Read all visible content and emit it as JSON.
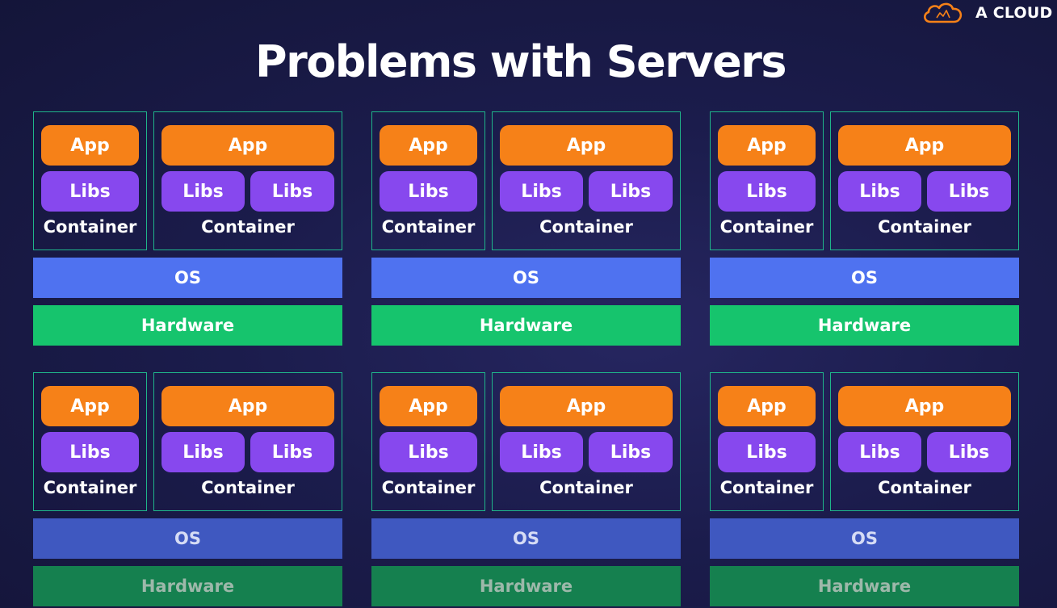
{
  "logo": {
    "text": "A CLOUD"
  },
  "title": "Problems with Servers",
  "labels": {
    "app": "App",
    "libs": "Libs",
    "container": "Container",
    "os": "OS",
    "hardware": "Hardware"
  },
  "colors": {
    "app": "#f68118",
    "libs": "#8748ee",
    "container_border": "#1fb58a",
    "os": "#4f72f0",
    "hardware": "#16c46d",
    "logo_accent": "#f68118"
  },
  "servers": [
    {
      "row": 1,
      "col": 1
    },
    {
      "row": 1,
      "col": 2
    },
    {
      "row": 1,
      "col": 3
    },
    {
      "row": 2,
      "col": 1
    },
    {
      "row": 2,
      "col": 2
    },
    {
      "row": 2,
      "col": 3
    }
  ]
}
